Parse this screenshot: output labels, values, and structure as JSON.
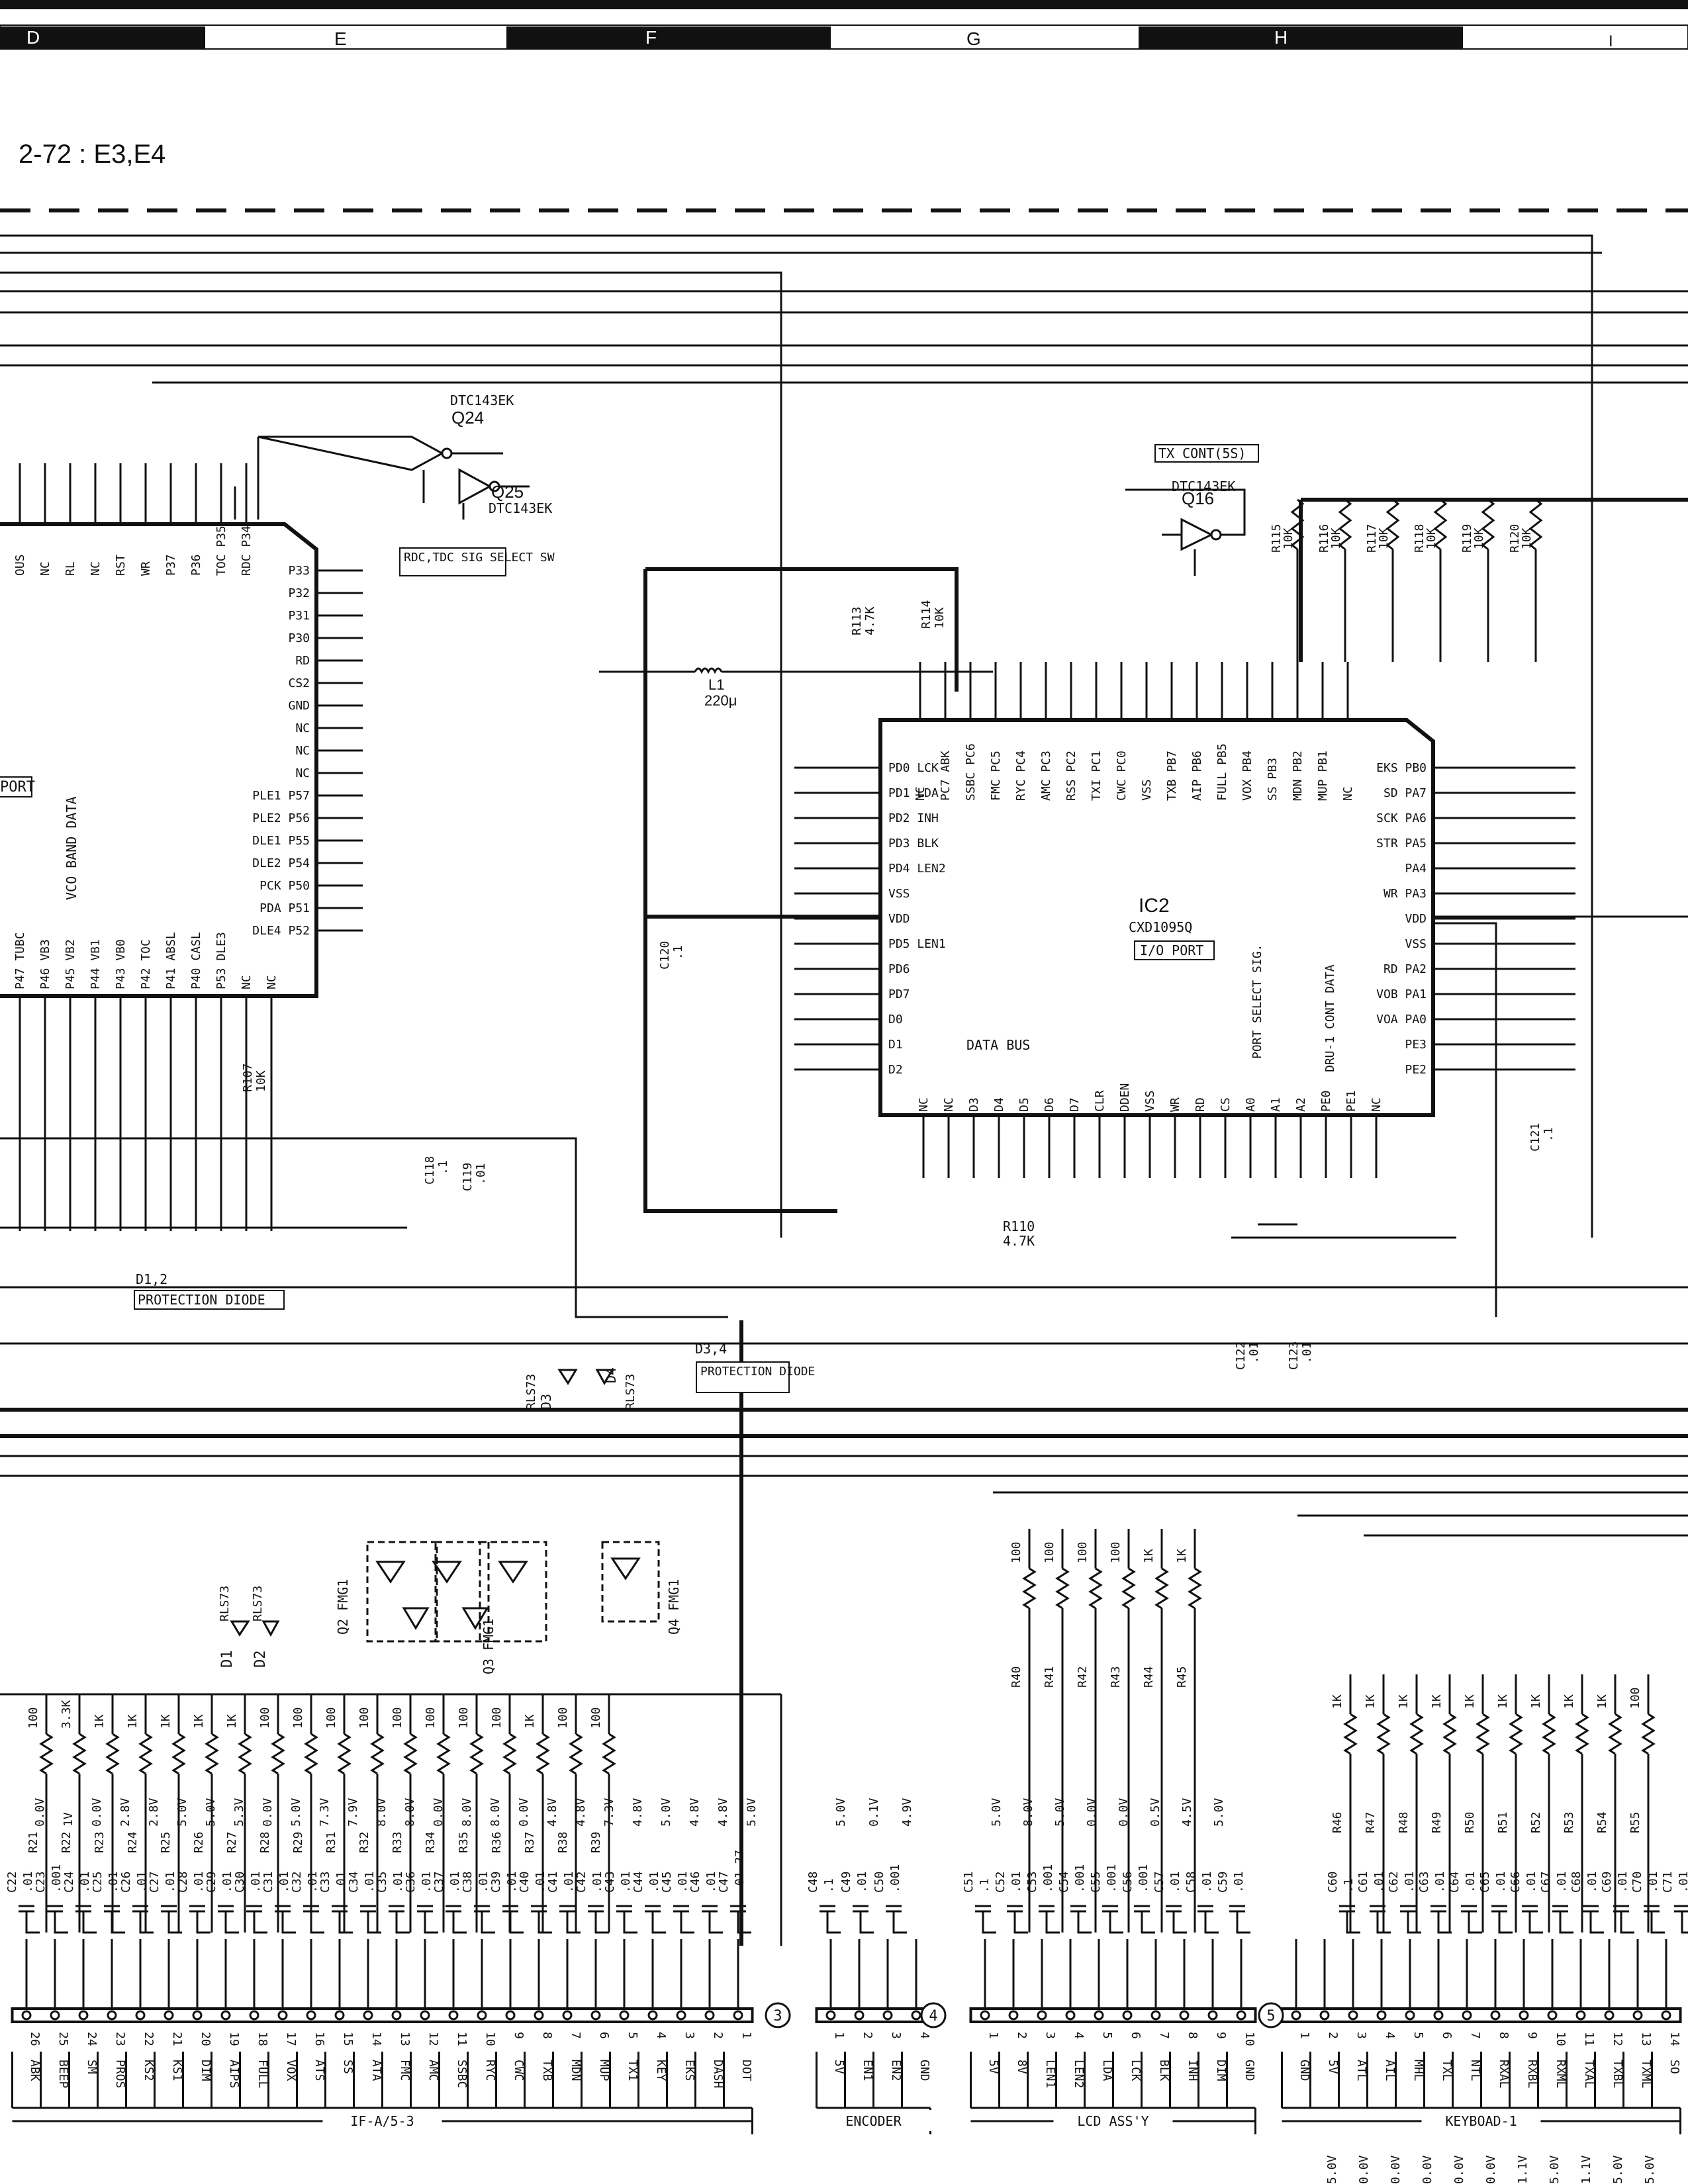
{
  "header": {
    "zones": [
      "D",
      "E",
      "F",
      "G",
      "H",
      "I"
    ],
    "reference": "2-72 : E3,E4"
  },
  "ic2": {
    "name": "IC2",
    "part": "CXD1095Q",
    "function": "I/O PORT",
    "left_pins": [
      "PD0 LCK",
      "PD1 LDA",
      "PD2 INH",
      "PD3 BLK",
      "PD4 LEN2",
      "VSS",
      "VDD",
      "PD5 LEN1",
      "PD6",
      "PD7",
      "D0",
      "D1",
      "D2"
    ],
    "right_pins": [
      "EKS PB0",
      "SD PA7",
      "SCK PA6",
      "STR PA5",
      "PA4",
      "WR PA3",
      "VDD",
      "VSS",
      "RD PA2",
      "VOB PA1",
      "VOA PA0",
      "PE3",
      "PE2"
    ],
    "top_pins": [
      "NC",
      "PC7 ABK",
      "SSBC PC6",
      "FMC PC5",
      "RYC PC4",
      "AMC PC3",
      "RSS PC2",
      "TXI PC1",
      "CWC PC0",
      "VSS",
      "TXB PB7",
      "AIP PB6",
      "FULL PB5",
      "VOX PB4",
      "SS PB3",
      "MDN PB2",
      "MUP PB1",
      "NC"
    ],
    "bottom_pins": [
      "NC",
      "NC",
      "D3",
      "D4",
      "D5",
      "D6",
      "D7",
      "CLR",
      "DDEN",
      "VSS",
      "WR",
      "RD",
      "CS",
      "A0",
      "A1",
      "A2",
      "PE0",
      "PE1",
      "NC"
    ],
    "data_bus": "DATA BUS",
    "port_select": "PORT SELECT SIG.",
    "dru_cont": "DRU-1 CONT DATA"
  },
  "ic1": {
    "top_pins": [
      "OUS",
      "NC",
      "RL",
      "NC",
      "RST",
      "WR",
      "P37",
      "P36",
      "TOC P35",
      "RDC P34"
    ],
    "right_pins": [
      "P33",
      "P32",
      "P31",
      "P30",
      "RD",
      "CS2",
      "GND",
      "NC",
      "NC",
      "NC",
      "PLE1 P57",
      "PLE2 P56",
      "DLE1 P55",
      "DLE2 P54",
      "PCK P50",
      "PDA P51",
      "DLE4 P52"
    ],
    "bottom_pins": [
      "P47 TUBC",
      "P46 VB3",
      "P45 VB2",
      "P44 VB1",
      "P43 VB0",
      "P42 TOC",
      "P41 ABSL",
      "P40 CASL",
      "P53 DLE3",
      "NC",
      "NC"
    ],
    "vco": "VCO BAND DATA",
    "port_label": "PORT"
  },
  "transistors": {
    "q24": [
      "DTC143EK",
      "Q24"
    ],
    "q25": [
      "Q25",
      "DTC143EK"
    ],
    "q16": [
      "DTC143EK",
      "Q16"
    ],
    "tx_cont": "TX CONT(5S)",
    "rdc_tdc": "RDC,TDC SIG SELECT SW"
  },
  "parts": {
    "l1": [
      "L1",
      "220μ"
    ],
    "r113": [
      "R113",
      "4.7K"
    ],
    "r114": [
      "R114",
      "10K"
    ],
    "r107": [
      "R107",
      "10K"
    ],
    "r110": [
      "R110",
      "4.7K"
    ],
    "c120": [
      "C120",
      ".1"
    ],
    "c118": [
      "C118",
      ".1"
    ],
    "c119": [
      "C119",
      ".01"
    ],
    "c121": [
      "C121",
      ".1"
    ],
    "c122": [
      "C122",
      ".01"
    ],
    "c123": [
      "C123",
      ".01"
    ],
    "pullups": [
      [
        "R115",
        "10K"
      ],
      [
        "R116",
        "10K"
      ],
      [
        "R117",
        "10K"
      ],
      [
        "R118",
        "10K"
      ],
      [
        "R119",
        "10K"
      ],
      [
        "R120",
        "10K"
      ]
    ]
  },
  "diodes": {
    "d12_label": "D1,2",
    "d12_box": "PROTECTION DIODE",
    "d34_label": "D3,4",
    "d34_box": "PROTECTION DIODE",
    "d3": [
      "D3",
      "RLS73"
    ],
    "d4": [
      "D4",
      "RLS73"
    ],
    "d1": [
      "D1",
      "RLS73"
    ],
    "d2": [
      "D2",
      "RLS73"
    ],
    "fmg": [
      "Q2 FMG1",
      "Q3 FMG1",
      "Q4 FMG1"
    ]
  },
  "resistors_if": [
    [
      "R21",
      "100"
    ],
    [
      "R22",
      "3.3K"
    ],
    [
      "R23",
      "1K"
    ],
    [
      "R24",
      "1K"
    ],
    [
      "R25",
      "1K"
    ],
    [
      "R26",
      "1K"
    ],
    [
      "R27",
      "1K"
    ],
    [
      "R28",
      "100"
    ],
    [
      "R29",
      "100"
    ],
    [
      "R31",
      "100"
    ],
    [
      "R32",
      "100"
    ],
    [
      "R33",
      "100"
    ],
    [
      "R34",
      "100"
    ],
    [
      "R35",
      "100"
    ],
    [
      "R36",
      "100"
    ],
    [
      "R37",
      "1K"
    ],
    [
      "R38",
      "100"
    ],
    [
      "R39",
      "100"
    ]
  ],
  "resistors_lcd": [
    [
      "R40",
      "100"
    ],
    [
      "R41",
      "100"
    ],
    [
      "R42",
      "100"
    ],
    [
      "R43",
      "100"
    ],
    [
      "R44",
      "1K"
    ],
    [
      "R45",
      "1K"
    ]
  ],
  "resistors_kb": [
    [
      "R46",
      "1K"
    ],
    [
      "R47",
      "1K"
    ],
    [
      "R48",
      "1K"
    ],
    [
      "R49",
      "1K"
    ],
    [
      "R50",
      "1K"
    ],
    [
      "R51",
      "1K"
    ],
    [
      "R52",
      "1K"
    ],
    [
      "R53",
      "1K"
    ],
    [
      "R54",
      "1K"
    ],
    [
      "R55",
      "100"
    ]
  ],
  "caps_if": [
    [
      "C22",
      ".01",
      "0.0V"
    ],
    [
      "C23",
      ".001",
      "1V"
    ],
    [
      "C24",
      ".01",
      "0.0V"
    ],
    [
      "C25",
      ".01",
      "2.8V"
    ],
    [
      "C26",
      ".01",
      "2.8V"
    ],
    [
      "C27",
      ".01",
      "5.0V"
    ],
    [
      "C28",
      ".01",
      "5.0V"
    ],
    [
      "C29",
      ".01",
      "5.3V"
    ],
    [
      "C30",
      ".01",
      "0.0V"
    ],
    [
      "C31",
      ".01",
      "5.0V"
    ],
    [
      "C32",
      ".01",
      "7.3V"
    ],
    [
      "C33",
      ".01",
      "7.9V"
    ],
    [
      "C34",
      ".01",
      "8.0V"
    ],
    [
      "C35",
      ".01",
      "8.0V"
    ],
    [
      "C36",
      ".01",
      "0.0V"
    ],
    [
      "C37",
      ".01",
      "8.0V"
    ],
    [
      "C38",
      ".01",
      "8.0V"
    ],
    [
      "C39",
      ".01",
      "0.0V"
    ],
    [
      "C40",
      ".01",
      "4.8V"
    ],
    [
      "C41",
      ".01",
      "4.8V"
    ],
    [
      "C42",
      ".01",
      "7.3V"
    ],
    [
      "C43",
      ".01",
      "4.8V"
    ],
    [
      "C44",
      ".01",
      "5.0V"
    ],
    [
      "C45",
      ".01",
      "4.8V"
    ],
    [
      "C46",
      ".01",
      "4.8V"
    ],
    [
      "C47",
      ".01 27",
      "5.0V"
    ]
  ],
  "caps_enc": [
    [
      "C48",
      ".1",
      "5.0V"
    ],
    [
      "C49",
      ".01",
      "0.1V"
    ],
    [
      "C50",
      ".001",
      "4.9V"
    ]
  ],
  "caps_lcd": [
    [
      "C51",
      ".1",
      "5.0V"
    ],
    [
      "C52",
      ".01",
      "8.0V"
    ],
    [
      "C53",
      ".001",
      "5.0V"
    ],
    [
      "C54",
      ".001",
      "0.0V"
    ],
    [
      "C55",
      ".001",
      "0.0V"
    ],
    [
      "C56",
      ".001",
      "0.5V"
    ],
    [
      "C57",
      ".01",
      "4.5V"
    ],
    [
      "C58",
      ".01",
      "5.0V"
    ],
    [
      "C59",
      ".01",
      ""
    ]
  ],
  "caps_kb": [
    [
      "C60",
      ".1"
    ],
    [
      "C61",
      ".01"
    ],
    [
      "C62",
      ".01"
    ],
    [
      "C63",
      ".01"
    ],
    [
      "C64",
      ".01"
    ],
    [
      "C65",
      ".01"
    ],
    [
      "C66",
      ".01"
    ],
    [
      "C67",
      ".01"
    ],
    [
      "C68",
      ".01"
    ],
    [
      "C69",
      ".01"
    ],
    [
      "C70",
      ".01"
    ],
    [
      "C71",
      ".01"
    ]
  ],
  "connectors": {
    "if": {
      "circle": "",
      "box_label": "IF-A/5-3",
      "signals": [
        "ABK",
        "BEEP",
        "SM",
        "PROS",
        "KS2",
        "KS1",
        "DIM",
        "AIPS",
        "FULL",
        "VOX",
        "ATS",
        "SS",
        "ATA",
        "FMC",
        "AMC",
        "SSBC",
        "RYC",
        "CWC",
        "TXB",
        "MDN",
        "MUP",
        "TX1",
        "KEY",
        "EKS",
        "DASH",
        "DOT"
      ],
      "pins": [
        "26",
        "25",
        "24",
        "23",
        "22",
        "21",
        "20",
        "19",
        "18",
        "17",
        "16",
        "15",
        "14",
        "13",
        "12",
        "11",
        "10",
        "9",
        "8",
        "7",
        "6",
        "5",
        "4",
        "3",
        "2",
        "1"
      ]
    },
    "encoder": {
      "circle": "3",
      "box_label": "ENCODER",
      "signals": [
        "5V",
        "EN1",
        "EN2",
        "GND"
      ],
      "pins": [
        "1",
        "2",
        "3",
        "4"
      ]
    },
    "lcd": {
      "circle": "4",
      "box_label": "LCD ASS'Y",
      "signals": [
        "5V",
        "8V",
        "LEN1",
        "LEN2",
        "LDA",
        "LCK",
        "BLK",
        "INH",
        "DIM",
        "GND"
      ],
      "pins": [
        "1",
        "2",
        "3",
        "4",
        "5",
        "6",
        "7",
        "8",
        "9",
        "10"
      ]
    },
    "keyboard": {
      "circle": "5",
      "box_label": "KEYBOAD-1",
      "signals": [
        "GND",
        "5V",
        "ATL",
        "AIL",
        "MHL",
        "TXL",
        "NTL",
        "RXAL",
        "RXBL",
        "RXML",
        "TXAL",
        "TXBL",
        "TXML",
        "SO"
      ],
      "pins": [
        "1",
        "2",
        "3",
        "4",
        "5",
        "6",
        "7",
        "8",
        "9",
        "10",
        "11",
        "12",
        "13",
        "14"
      ],
      "voltages": [
        "5.0V",
        "0.0V",
        "0.0V",
        "0.0V",
        "0.0V",
        "0.0V",
        "1.1V",
        "5.0V",
        "1.1V",
        "5.0V",
        "5.0V"
      ]
    }
  }
}
